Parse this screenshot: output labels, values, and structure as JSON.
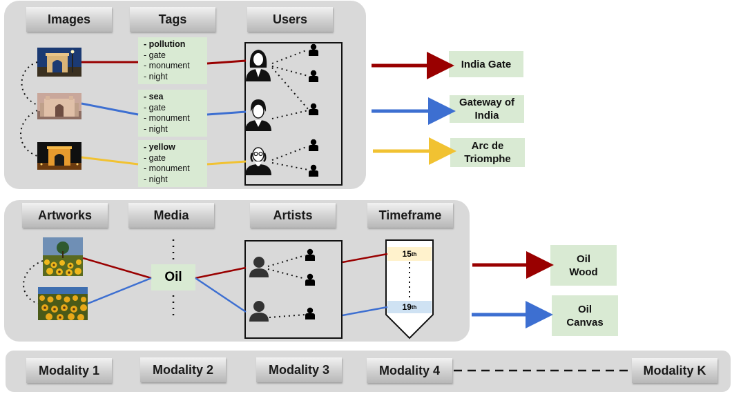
{
  "top": {
    "headers": {
      "images": "Images",
      "tags": "Tags",
      "users": "Users"
    },
    "tag_groups": [
      {
        "bold": "- pollution",
        "items": [
          "- gate",
          "- monument",
          "- night"
        ]
      },
      {
        "bold": "- sea",
        "items": [
          "- gate",
          "- monument",
          "- night"
        ]
      },
      {
        "bold": "- yellow",
        "items": [
          "- gate",
          "- monument",
          "- night"
        ]
      }
    ],
    "outputs": [
      "India Gate",
      "Gateway of India",
      "Arc de Triomphe"
    ]
  },
  "middle": {
    "headers": {
      "artworks": "Artworks",
      "media": "Media",
      "artists": "Artists",
      "timeframe": "Timeframe"
    },
    "medium": "Oil",
    "timeframe": {
      "start": {
        "num": "15",
        "suffix": "th"
      },
      "end": {
        "num": "19",
        "suffix": "th"
      }
    },
    "outputs": [
      {
        "line1": "Oil",
        "line2": "Wood"
      },
      {
        "line1": "Oil",
        "line2": "Canvas"
      }
    ]
  },
  "modalities": [
    "Modality 1",
    "Modality 2",
    "Modality 3",
    "Modality 4",
    "Modality K"
  ],
  "colors": {
    "red": "#990000",
    "blue": "#3d6fd1",
    "yellow": "#f1c232",
    "panel": "#d9d9d9",
    "green_box": "#d9ead3"
  },
  "icons": [
    "user-female-icon",
    "user-male-icon",
    "user-elderly-icon",
    "person-small-icon",
    "artist-icon"
  ]
}
